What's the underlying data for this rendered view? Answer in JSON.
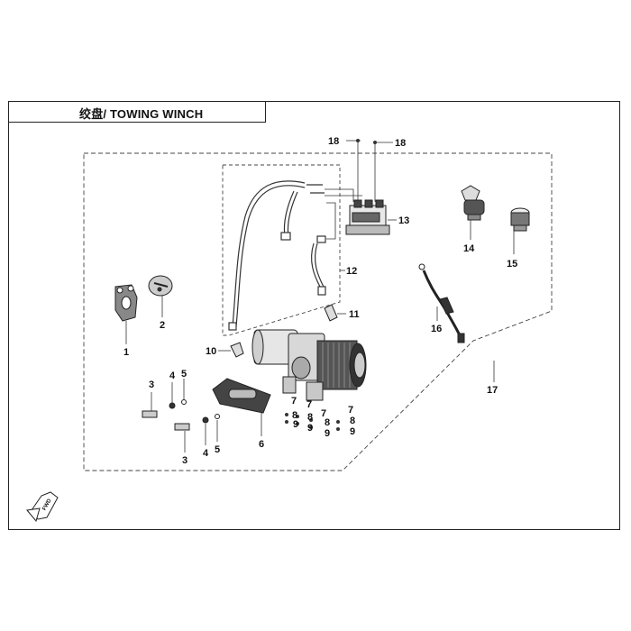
{
  "title": "绞盘/ TOWING WINCH",
  "callouts": {
    "c1": "1",
    "c2": "2",
    "c3a": "3",
    "c3b": "3",
    "c4a": "4",
    "c4b": "4",
    "c5a": "5",
    "c5b": "5",
    "c6": "6",
    "c7a": "7",
    "c7b": "7",
    "c7c": "7",
    "c7d": "7",
    "c8a": "8",
    "c8b": "8",
    "c8c": "8",
    "c8d": "8",
    "c9a": "9",
    "c9b": "9",
    "c9c": "9",
    "c9d": "9",
    "c10": "10",
    "c11": "11",
    "c12": "12",
    "c13": "13",
    "c14": "14",
    "c15": "15",
    "c16": "16",
    "c17": "17",
    "c18a": "18",
    "c18b": "18"
  },
  "fwd_label": "FWD"
}
